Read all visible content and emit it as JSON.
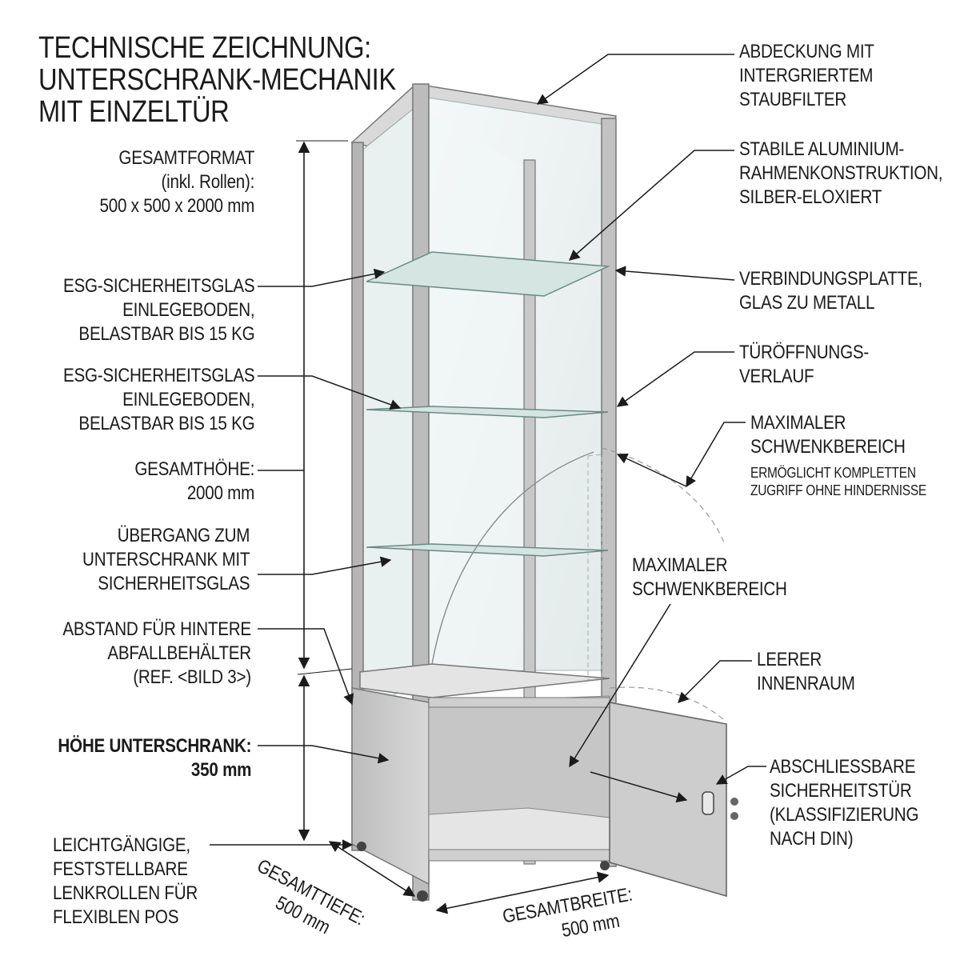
{
  "title": [
    "TECHNISCHE ZEICHNUNG:",
    "UNTERSCHRANK-MECHANIK",
    "MIT EINZELTÜR"
  ],
  "labels": {
    "gesamtformat": [
      "GESAMTFORMAT",
      "(inkl. Rollen):",
      "500 x 500 x 2000 mm"
    ],
    "glasboden_1": [
      "ESG-SICHERHEITSGLAS",
      "EINLEGEBODEN,",
      "BELASTBAR BIS 15 KG"
    ],
    "glasboden_2": [
      "ESG-SICHERHEITSGLAS",
      "EINLEGEBODEN,",
      "BELASTBAR BIS 15 KG"
    ],
    "gesamthoehe": [
      "GESAMTHÖHE:",
      "2000 mm"
    ],
    "uebergang": [
      "ÜBERGANG ZUM",
      "UNTERSCHRANK MIT",
      "SICHERHEITSGLAS"
    ],
    "abstand": [
      "ABSTAND FÜR HINTERE",
      "ABFALLBEHÄLTER",
      "(REF. <BILD 3>)"
    ],
    "hoehe_unterschrank": [
      "HÖHE UNTERSCHRANK:",
      "350 mm"
    ],
    "lenkrollen": [
      "LEICHTGÄNGIGE,",
      "FESTSTELLBARE",
      "LENKROLLEN FÜR",
      "FLEXIBLEN POS"
    ],
    "gesamttiefe": [
      "GESAMTTIEFE:",
      "500 mm"
    ],
    "gesamtbreite": [
      "GESAMTBREITE:",
      "500 mm"
    ],
    "abdeckung": [
      "ABDECKUNG MIT",
      "INTERGRIERTEM",
      "STAUBFILTER"
    ],
    "rahmen": [
      "STABILE ALUMINIUM-",
      "RAHMENKONSTRUKTION,",
      "SILBER-ELOXIERT"
    ],
    "verbindung": [
      "VERBINDUNGSPLATTE,",
      "GLAS ZU METALL"
    ],
    "tueroeffnung": [
      "TÜRÖFFNUNGS-",
      "VERLAUF"
    ],
    "schwenk_1": [
      "MAXIMALER",
      "SCHWENKBEREICH"
    ],
    "schwenk_1_note": [
      "ERMÖGLICHT KOMPLETTEN",
      "ZUGRIFF OHNE HINDERNISSE"
    ],
    "schwenk_2": [
      "MAXIMALER",
      "SCHWENKBEREICH"
    ],
    "innenraum": [
      "LEERER",
      "INNENRAUM"
    ],
    "tuer": [
      "ABSCHLIESSBARE",
      "SICHERHEITSTÜR",
      "(KLASSIFIZIERUNG",
      "NACH DIN)"
    ]
  },
  "colors": {
    "frame": "#b9b9b9",
    "frame_dark": "#8e8e8e",
    "glass": "#eef3f3",
    "panel": "#c9c9c9",
    "ink": "#1b1b1b"
  }
}
